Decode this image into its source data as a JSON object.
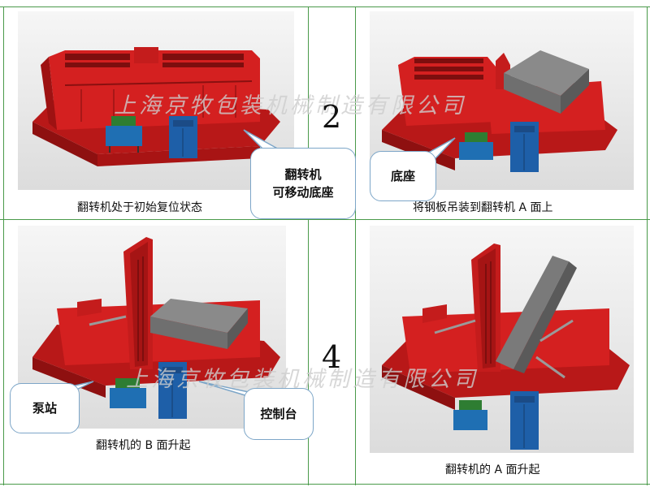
{
  "panels": [
    {
      "caption": "翻转机处于初始复位状态"
    },
    {
      "caption": "将钢板吊装到翻转机 A 面上"
    },
    {
      "caption": "翻转机的 B 面升起"
    },
    {
      "caption": "翻转机的 A 面升起"
    }
  ],
  "steps": {
    "two": "2",
    "four": "4"
  },
  "callouts": {
    "movable_base": "翻转机\n可移动底座",
    "base": "底座",
    "pump_station": "泵站",
    "control_console": "控制台"
  },
  "watermarks": {
    "top": "上海京牧包装机械制造有限公司",
    "bottom": "上海京牧包装机械制造有限公司"
  },
  "colors": {
    "machine_red": "#d42020",
    "pump_blue": "#1f6fb3",
    "cabinet_blue": "#1e5fa8",
    "plate_gray": "#6f6f6f",
    "grid_green": "#4a9a4a"
  }
}
